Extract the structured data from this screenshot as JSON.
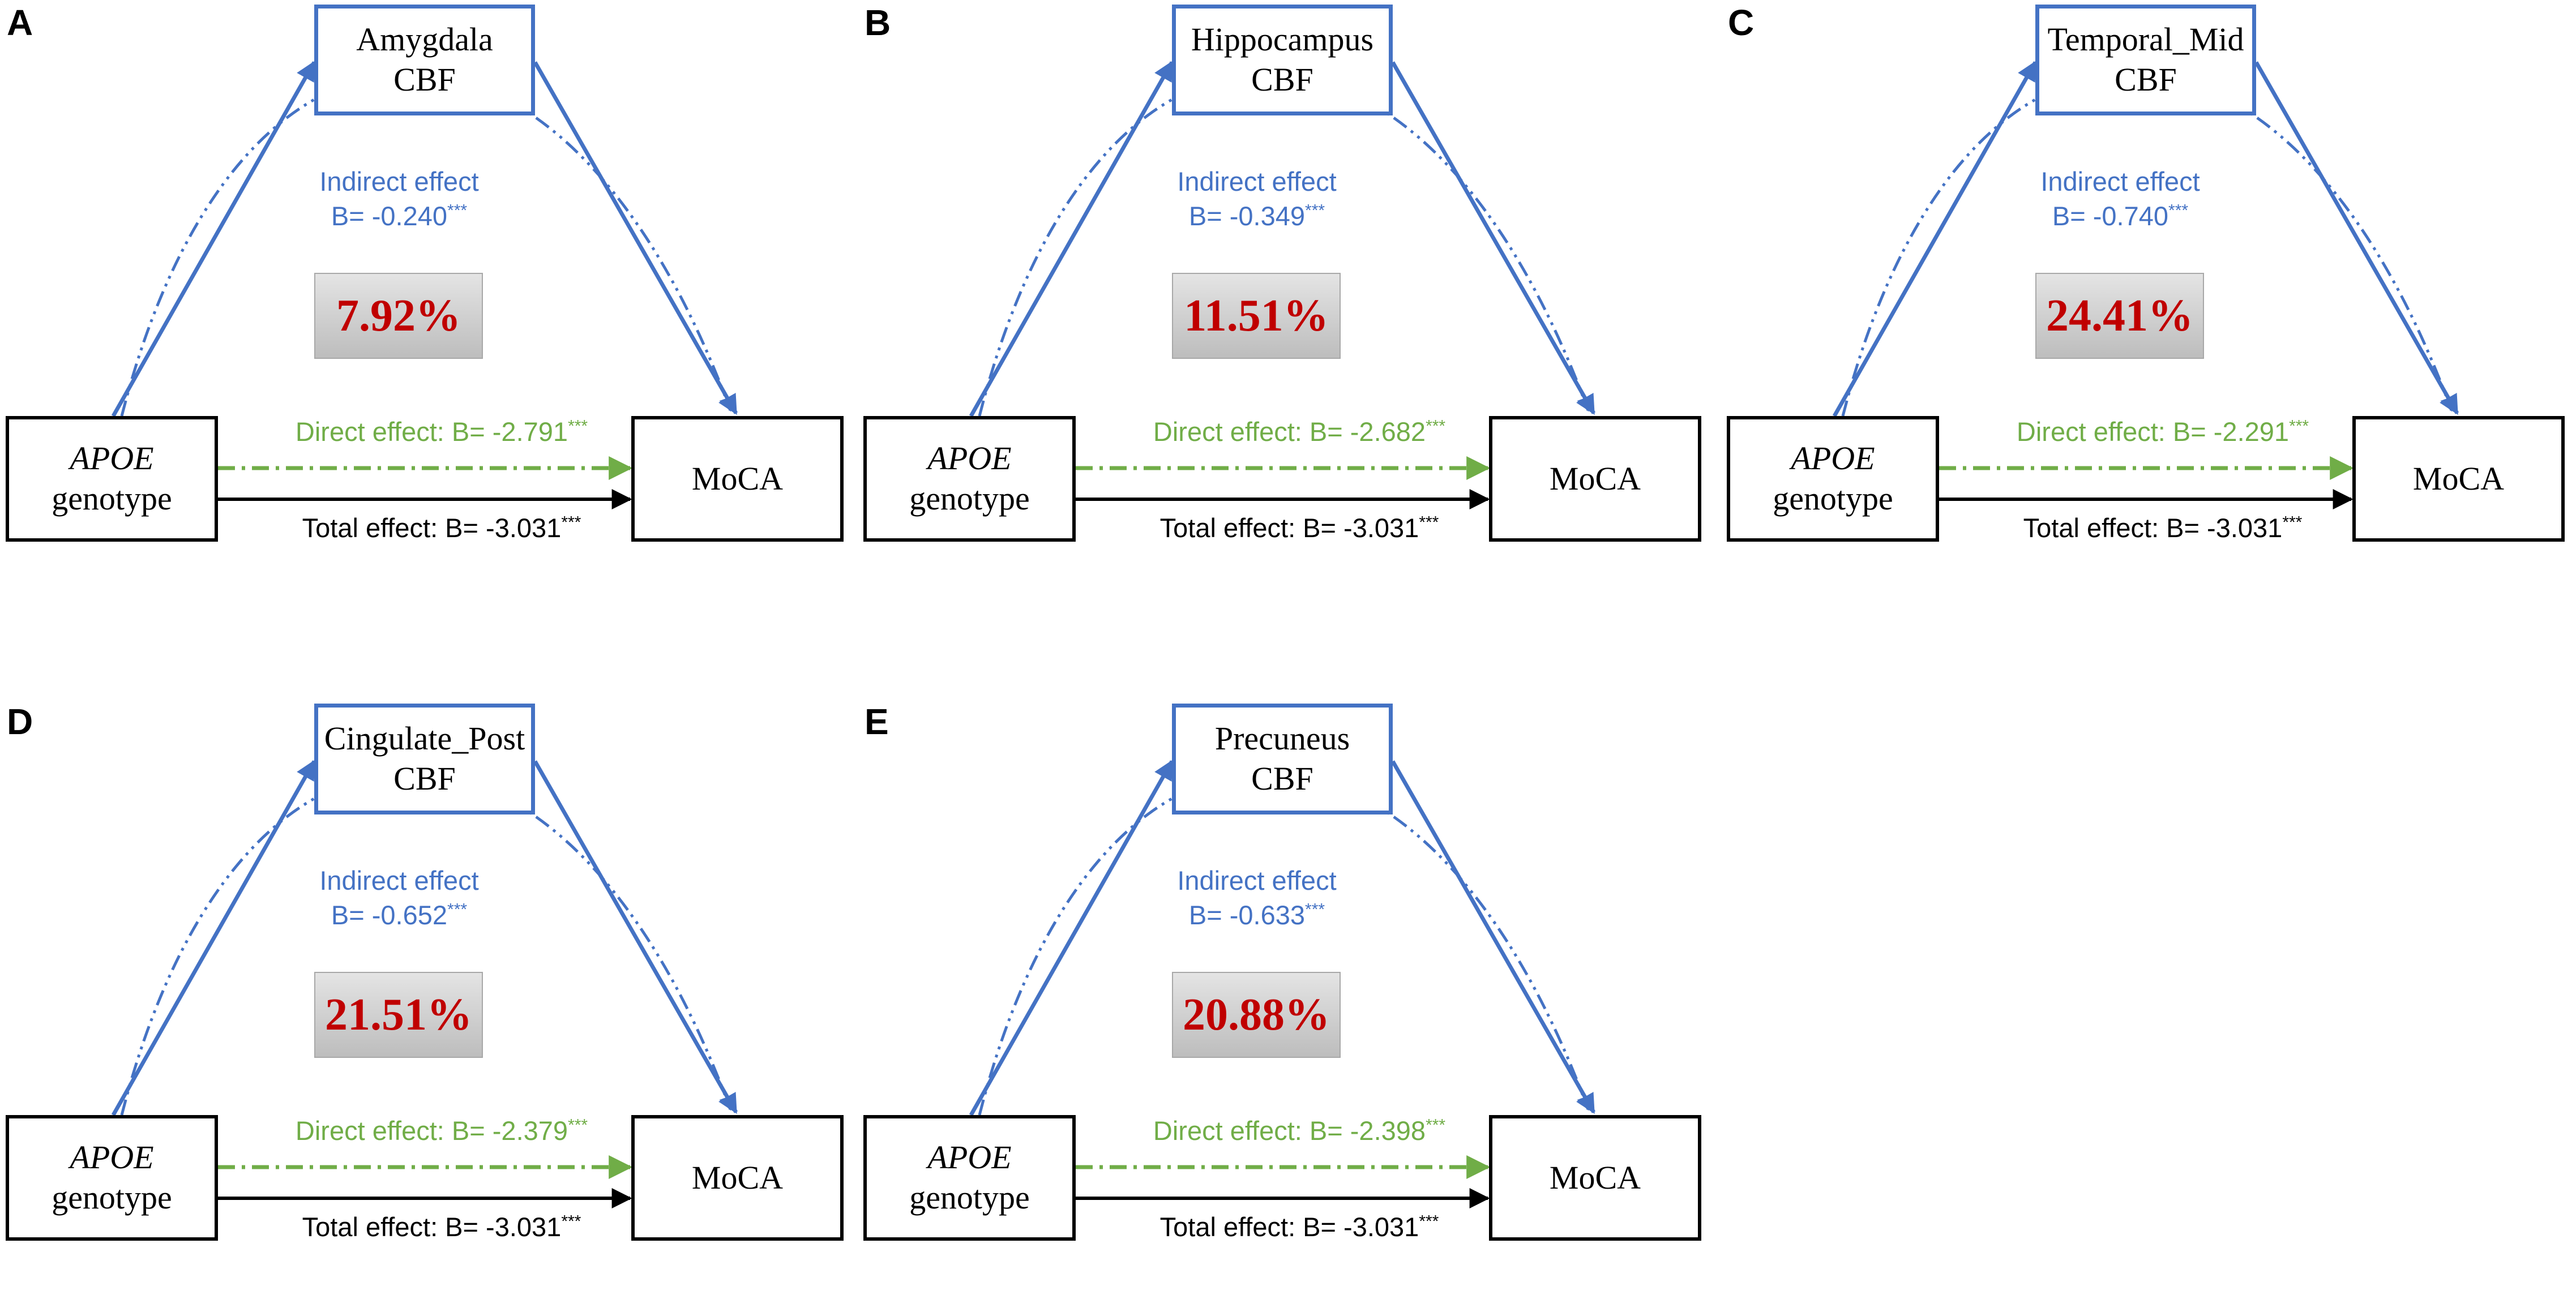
{
  "colors": {
    "mediator_path": "#4472c4",
    "direct_path": "#70ad47",
    "total_path": "#000000",
    "percentage_text": "#c00000"
  },
  "shared": {
    "x_label_italic": "APOE",
    "x_label_rest": "genotype",
    "y_label": "MoCA",
    "mediator_suffix": "CBF",
    "indirect_label": "Indirect effect",
    "indirect_prefix": "B= ",
    "direct_prefix": "Direct effect:  B= ",
    "total_prefix": "Total effect: B= ",
    "total_value": "-3.031",
    "significance": "***"
  },
  "panels": [
    {
      "letter": "A",
      "mediator": "Amygdala",
      "indirect": "-0.240",
      "direct": "-2.791",
      "percent": "7.92%"
    },
    {
      "letter": "B",
      "mediator": "Hippocampus",
      "indirect": "-0.349",
      "direct": "-2.682",
      "percent": "11.51%"
    },
    {
      "letter": "C",
      "mediator": "Temporal_Mid",
      "indirect": "-0.740",
      "direct": "-2.291",
      "percent": "24.41%"
    },
    {
      "letter": "D",
      "mediator": "Cingulate_Post",
      "indirect": "-0.652",
      "direct": "-2.379",
      "percent": "21.51%"
    },
    {
      "letter": "E",
      "mediator": "Precuneus",
      "indirect": "-0.633",
      "direct": "-2.398",
      "percent": "20.88%"
    }
  ]
}
